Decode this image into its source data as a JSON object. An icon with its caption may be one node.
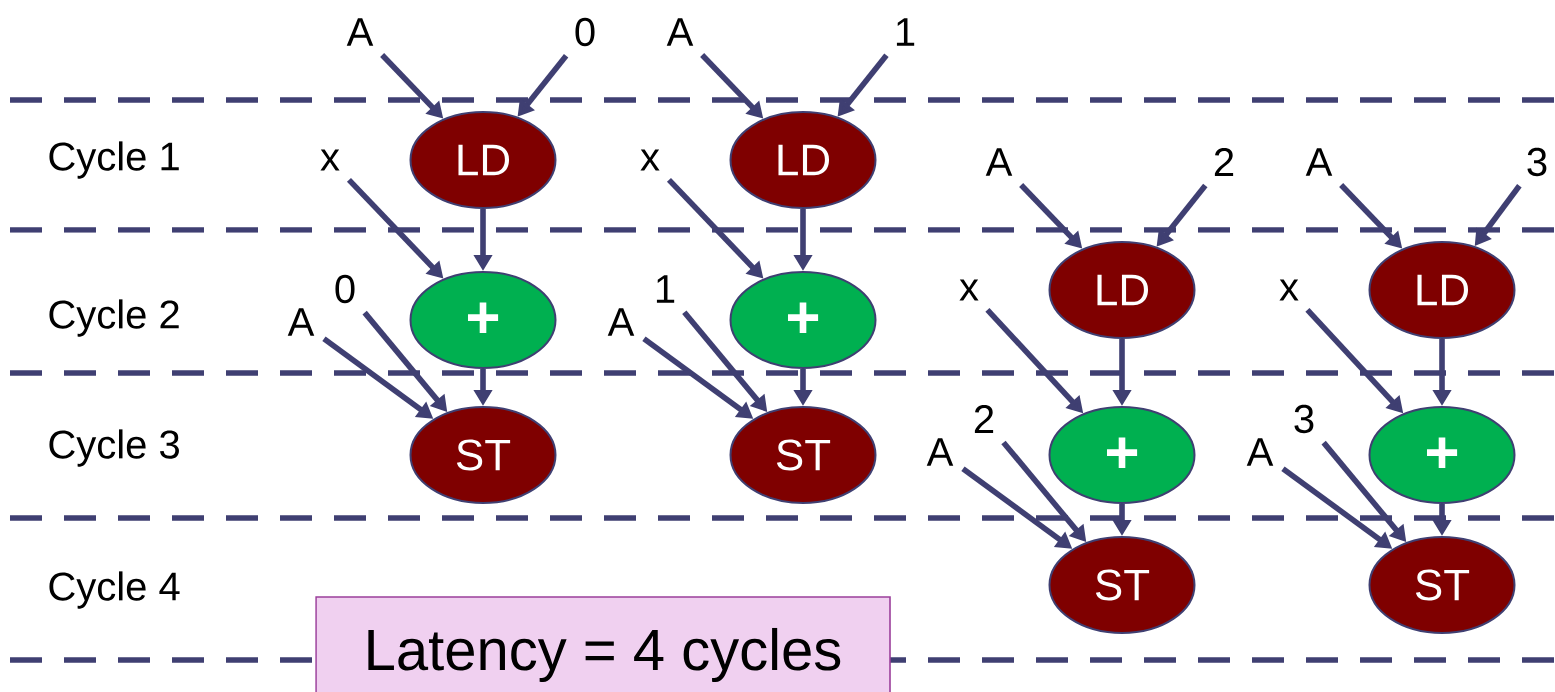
{
  "diagram": {
    "nodes": [
      {
        "text": [
          "A"
        ]
      },
      {
        "text": [
          "0"
        ]
      },
      {
        "text": [
          "LD"
        ]
      },
      {
        "text": [
          "x"
        ]
      },
      {
        "text": [
          "+"
        ]
      },
      {
        "text": [
          "A"
        ]
      },
      {
        "text": [
          "0"
        ]
      },
      {
        "text": [
          "ST"
        ]
      },
      {
        "text": [
          "A"
        ]
      },
      {
        "text": [
          "1"
        ]
      },
      {
        "text": [
          "LD"
        ]
      },
      {
        "text": [
          "x"
        ]
      },
      {
        "text": [
          "+"
        ]
      },
      {
        "text": [
          "A"
        ]
      },
      {
        "text": [
          "1"
        ]
      },
      {
        "text": [
          "ST"
        ]
      },
      {
        "text": [
          "A"
        ]
      },
      {
        "text": [
          "2"
        ]
      },
      {
        "text": [
          "LD"
        ]
      },
      {
        "text": [
          "x"
        ]
      },
      {
        "text": [
          "+"
        ]
      },
      {
        "text": [
          "A"
        ]
      },
      {
        "text": [
          "2"
        ]
      },
      {
        "text": [
          "ST"
        ]
      },
      {
        "text": [
          "A"
        ]
      },
      {
        "text": [
          "3"
        ]
      },
      {
        "text": [
          "LD"
        ]
      },
      {
        "text": [
          "x"
        ]
      },
      {
        "text": [
          "+"
        ]
      },
      {
        "text": [
          "A"
        ]
      },
      {
        "text": [
          "3"
        ]
      },
      {
        "text": [
          "ST"
        ]
      },
      {
        "text": [
          "Latency = 4 cycles"
        ]
      }
    ],
    "edges": [
      {
        "from": 0,
        "to": 2,
        "arrow": "to"
      },
      {
        "from": 1,
        "to": 2,
        "arrow": "to"
      },
      {
        "from": 2,
        "to": 4,
        "arrow": "to"
      },
      {
        "from": 3,
        "to": 4,
        "arrow": "to"
      },
      {
        "from": 4,
        "to": 7,
        "arrow": "to"
      },
      {
        "from": 5,
        "to": 7,
        "arrow": "to"
      },
      {
        "from": 6,
        "to": 7,
        "arrow": "to"
      },
      {
        "from": 8,
        "to": 10,
        "arrow": "to"
      },
      {
        "from": 9,
        "to": 10,
        "arrow": "to"
      },
      {
        "from": 10,
        "to": 12,
        "arrow": "to"
      },
      {
        "from": 11,
        "to": 12,
        "arrow": "to"
      },
      {
        "from": 12,
        "to": 15,
        "arrow": "to"
      },
      {
        "from": 13,
        "to": 15,
        "arrow": "to"
      },
      {
        "from": 14,
        "to": 15,
        "arrow": "to"
      },
      {
        "from": 16,
        "to": 18,
        "arrow": "to"
      },
      {
        "from": 17,
        "to": 18,
        "arrow": "to"
      },
      {
        "from": 18,
        "to": 20,
        "arrow": "to"
      },
      {
        "from": 19,
        "to": 20,
        "arrow": "to"
      },
      {
        "from": 20,
        "to": 23,
        "arrow": "to"
      },
      {
        "from": 21,
        "to": 23,
        "arrow": "to"
      },
      {
        "from": 22,
        "to": 23,
        "arrow": "to"
      },
      {
        "from": 24,
        "to": 26,
        "arrow": "to"
      },
      {
        "from": 25,
        "to": 26,
        "arrow": "to"
      },
      {
        "from": 26,
        "to": 28,
        "arrow": "to"
      },
      {
        "from": 27,
        "to": 28,
        "arrow": "to"
      },
      {
        "from": 28,
        "to": 31,
        "arrow": "to"
      },
      {
        "from": 29,
        "to": 31,
        "arrow": "to"
      },
      {
        "from": 30,
        "to": 31,
        "arrow": "to"
      }
    ],
    "labels": [
      "Cycle 1",
      "Cycle 2",
      "Cycle 3",
      "Cycle 4"
    ]
  }
}
